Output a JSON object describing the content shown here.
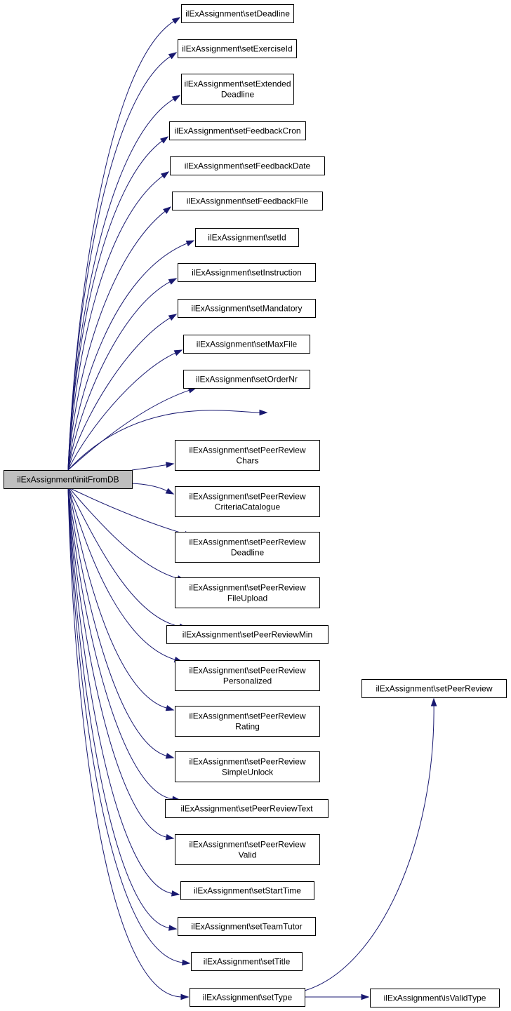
{
  "colors": {
    "edge": "#191970",
    "root_fill": "#bfbfbf",
    "node_fill": "#ffffff",
    "node_stroke": "#000000"
  },
  "nodes": {
    "root": {
      "lines": [
        "ilExAssignment\\initFromDB"
      ]
    },
    "setDeadline": {
      "lines": [
        "ilExAssignment\\setDeadline"
      ]
    },
    "setExerciseId": {
      "lines": [
        "ilExAssignment\\setExerciseId"
      ]
    },
    "setExtendedDeadline": {
      "lines": [
        "ilExAssignment\\setExtended",
        "Deadline"
      ]
    },
    "setFeedbackCron": {
      "lines": [
        "ilExAssignment\\setFeedbackCron"
      ]
    },
    "setFeedbackDate": {
      "lines": [
        "ilExAssignment\\setFeedbackDate"
      ]
    },
    "setFeedbackFile": {
      "lines": [
        "ilExAssignment\\setFeedbackFile"
      ]
    },
    "setId": {
      "lines": [
        "ilExAssignment\\setId"
      ]
    },
    "setInstruction": {
      "lines": [
        "ilExAssignment\\setInstruction"
      ]
    },
    "setMandatory": {
      "lines": [
        "ilExAssignment\\setMandatory"
      ]
    },
    "setMaxFile": {
      "lines": [
        "ilExAssignment\\setMaxFile"
      ]
    },
    "setOrderNr": {
      "lines": [
        "ilExAssignment\\setOrderNr"
      ]
    },
    "setPeerReviewChars": {
      "lines": [
        "ilExAssignment\\setPeerReview",
        "Chars"
      ]
    },
    "setPeerReviewCriteriaCatalogue": {
      "lines": [
        "ilExAssignment\\setPeerReview",
        "CriteriaCatalogue"
      ]
    },
    "setPeerReviewDeadline": {
      "lines": [
        "ilExAssignment\\setPeerReview",
        "Deadline"
      ]
    },
    "setPeerReviewFileUpload": {
      "lines": [
        "ilExAssignment\\setPeerReview",
        "FileUpload"
      ]
    },
    "setPeerReviewMin": {
      "lines": [
        "ilExAssignment\\setPeerReviewMin"
      ]
    },
    "setPeerReviewPersonalized": {
      "lines": [
        "ilExAssignment\\setPeerReview",
        "Personalized"
      ]
    },
    "setPeerReviewRating": {
      "lines": [
        "ilExAssignment\\setPeerReview",
        "Rating"
      ]
    },
    "setPeerReviewSimpleUnlock": {
      "lines": [
        "ilExAssignment\\setPeerReview",
        "SimpleUnlock"
      ]
    },
    "setPeerReviewText": {
      "lines": [
        "ilExAssignment\\setPeerReviewText"
      ]
    },
    "setPeerReviewValid": {
      "lines": [
        "ilExAssignment\\setPeerReview",
        "Valid"
      ]
    },
    "setStartTime": {
      "lines": [
        "ilExAssignment\\setStartTime"
      ]
    },
    "setTeamTutor": {
      "lines": [
        "ilExAssignment\\setTeamTutor"
      ]
    },
    "setTitle": {
      "lines": [
        "ilExAssignment\\setTitle"
      ]
    },
    "setType": {
      "lines": [
        "ilExAssignment\\setType"
      ]
    },
    "setPeerReview": {
      "lines": [
        "ilExAssignment\\setPeerReview"
      ]
    },
    "isValidType": {
      "lines": [
        "ilExAssignment\\isValidType"
      ]
    }
  },
  "edges": [
    [
      "root",
      "setDeadline"
    ],
    [
      "root",
      "setExerciseId"
    ],
    [
      "root",
      "setExtendedDeadline"
    ],
    [
      "root",
      "setFeedbackCron"
    ],
    [
      "root",
      "setFeedbackDate"
    ],
    [
      "root",
      "setFeedbackFile"
    ],
    [
      "root",
      "setId"
    ],
    [
      "root",
      "setInstruction"
    ],
    [
      "root",
      "setMandatory"
    ],
    [
      "root",
      "setMaxFile"
    ],
    [
      "root",
      "setOrderNr"
    ],
    [
      "root",
      "setPeerReview"
    ],
    [
      "root",
      "setPeerReviewChars"
    ],
    [
      "root",
      "setPeerReviewCriteriaCatalogue"
    ],
    [
      "root",
      "setPeerReviewDeadline"
    ],
    [
      "root",
      "setPeerReviewFileUpload"
    ],
    [
      "root",
      "setPeerReviewMin"
    ],
    [
      "root",
      "setPeerReviewPersonalized"
    ],
    [
      "root",
      "setPeerReviewRating"
    ],
    [
      "root",
      "setPeerReviewSimpleUnlock"
    ],
    [
      "root",
      "setPeerReviewText"
    ],
    [
      "root",
      "setPeerReviewValid"
    ],
    [
      "root",
      "setStartTime"
    ],
    [
      "root",
      "setTeamTutor"
    ],
    [
      "root",
      "setTitle"
    ],
    [
      "root",
      "setType"
    ],
    [
      "setType",
      "setPeerReview"
    ],
    [
      "setType",
      "isValidType"
    ]
  ]
}
